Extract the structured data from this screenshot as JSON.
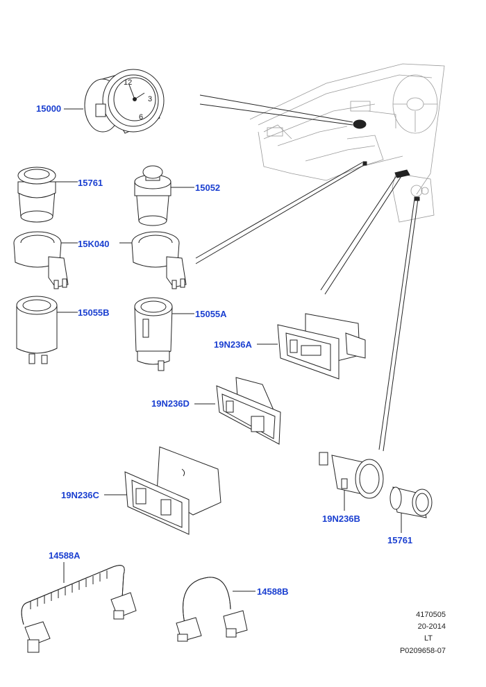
{
  "parts": [
    {
      "id": "15000",
      "label": "15000"
    },
    {
      "id": "15761_top",
      "label": "15761"
    },
    {
      "id": "15052",
      "label": "15052"
    },
    {
      "id": "15K040",
      "label": "15K040"
    },
    {
      "id": "15055B",
      "label": "15055B"
    },
    {
      "id": "15055A",
      "label": "15055A"
    },
    {
      "id": "19N236A",
      "label": "19N236A"
    },
    {
      "id": "19N236D",
      "label": "19N236D"
    },
    {
      "id": "19N236C",
      "label": "19N236C"
    },
    {
      "id": "19N236B",
      "label": "19N236B"
    },
    {
      "id": "15761_bottom",
      "label": "15761"
    },
    {
      "id": "14588A",
      "label": "14588A"
    },
    {
      "id": "14588B",
      "label": "14588B"
    }
  ],
  "clock_face_numbers": [
    "12",
    "3",
    "6"
  ],
  "reference": {
    "line1": "4170505",
    "line2": "20-2014",
    "line3": "LT",
    "line4": "P0209658-07"
  },
  "colors": {
    "label": "#1a3fd0",
    "line": "#222222",
    "dashboard": "#999999"
  }
}
